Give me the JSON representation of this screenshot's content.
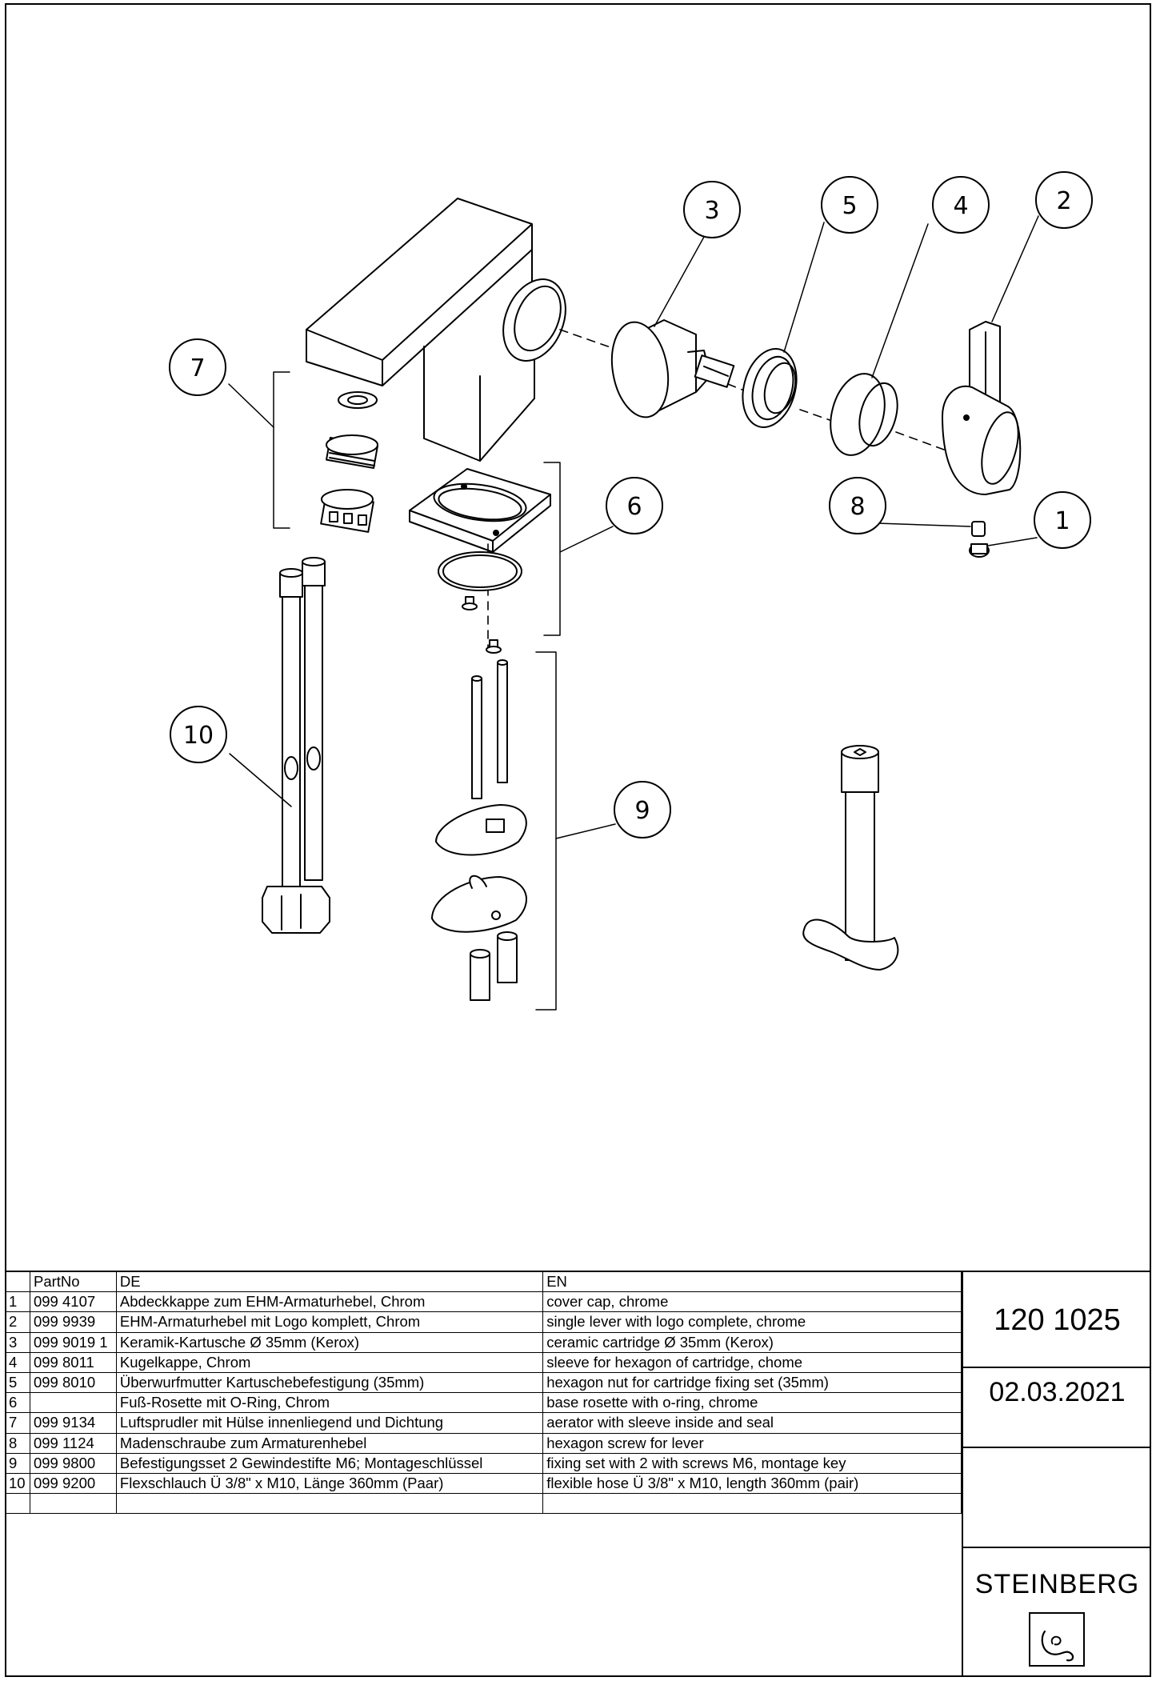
{
  "callouts": [
    {
      "id": "3",
      "label": "3"
    },
    {
      "id": "5",
      "label": "5"
    },
    {
      "id": "4",
      "label": "4"
    },
    {
      "id": "2",
      "label": "2"
    },
    {
      "id": "7",
      "label": "7"
    },
    {
      "id": "6",
      "label": "6"
    },
    {
      "id": "8",
      "label": "8"
    },
    {
      "id": "1",
      "label": "1"
    },
    {
      "id": "10",
      "label": "10"
    },
    {
      "id": "9",
      "label": "9"
    }
  ],
  "table": {
    "headers": {
      "idx": "",
      "part": "PartNo",
      "de": "DE",
      "en": "EN"
    },
    "rows": [
      {
        "idx": "1",
        "part": "099 4107",
        "de": "Abdeckkappe zum EHM-Armaturhebel, Chrom",
        "en": "cover cap, chrome"
      },
      {
        "idx": "2",
        "part": "099 9939",
        "de": "EHM-Armaturhebel mit Logo komplett, Chrom",
        "en": "single lever with logo complete, chrome"
      },
      {
        "idx": "3",
        "part": "099 9019 1",
        "de": "Keramik-Kartusche Ø 35mm (Kerox)",
        "en": "ceramic cartridge Ø 35mm (Kerox)"
      },
      {
        "idx": "4",
        "part": "099 8011",
        "de": "Kugelkappe, Chrom",
        "en": "sleeve for hexagon of cartridge, chome"
      },
      {
        "idx": "5",
        "part": "099 8010",
        "de": "Überwurfmutter Kartuschebefestigung (35mm)",
        "en": "hexagon nut for cartridge fixing set (35mm)"
      },
      {
        "idx": "6",
        "part": "",
        "de": "Fuß-Rosette mit O-Ring, Chrom",
        "en": "base rosette with o-ring, chrome"
      },
      {
        "idx": "7",
        "part": "099 9134",
        "de": "Luftsprudler mit Hülse innenliegend und Dichtung",
        "en": "aerator with sleeve inside and seal"
      },
      {
        "idx": "8",
        "part": "099 1124",
        "de": "Madenschraube zum Armaturenhebel",
        "en": "hexagon screw for lever"
      },
      {
        "idx": "9",
        "part": "099 9800",
        "de": "Befestigungsset 2 Gewindestifte M6; Montageschlüssel",
        "en": "fixing set with 2 with screws M6, montage key"
      },
      {
        "idx": "10",
        "part": "099 9200",
        "de": "Flexschlauch Ü 3/8\" x M10, Länge 360mm (Paar)",
        "en": "flexible hose Ü 3/8\" x M10, length 360mm (pair)"
      },
      {
        "idx": "",
        "part": "",
        "de": "",
        "en": ""
      }
    ]
  },
  "title_block": {
    "doc_number": "120 1025",
    "date": "02.03.2021",
    "brand": "STEINBERG"
  }
}
